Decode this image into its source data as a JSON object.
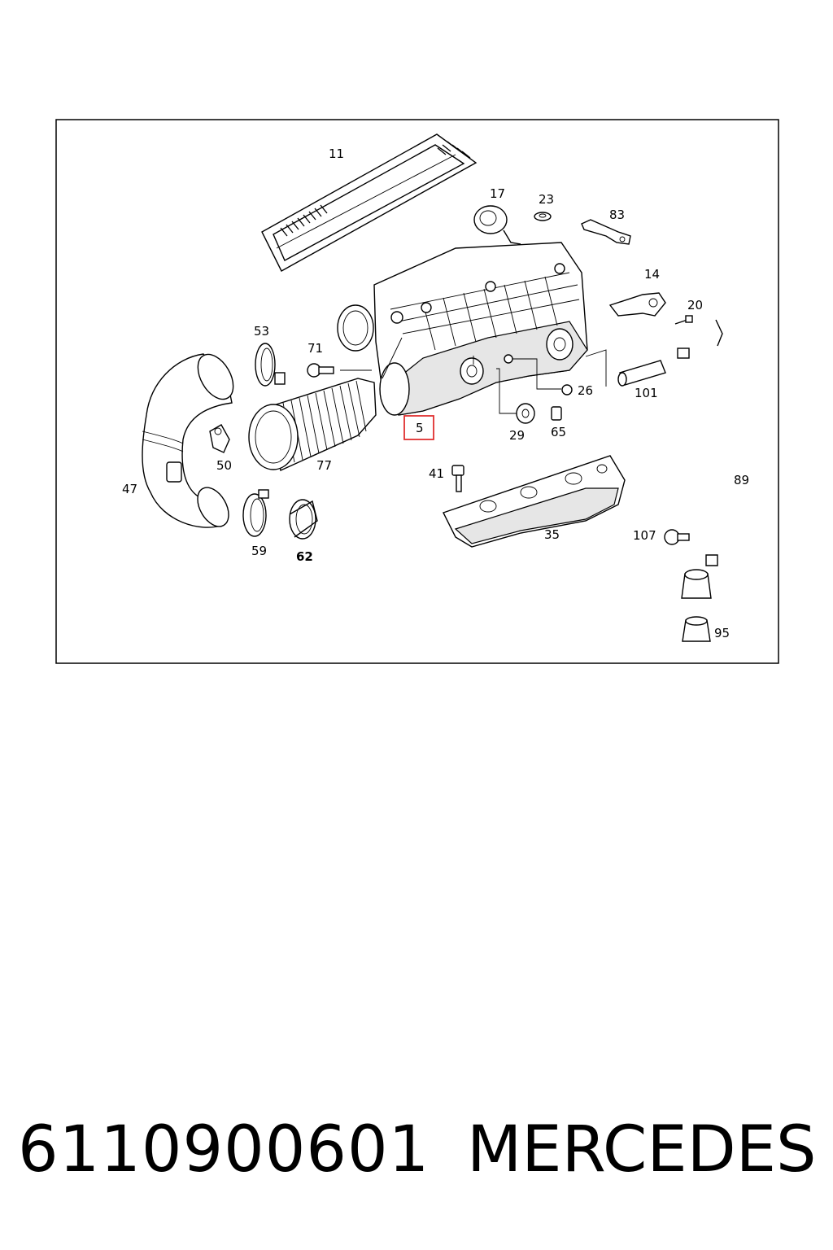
{
  "diagram": {
    "callouts": [
      {
        "id": "11",
        "text": "11"
      },
      {
        "id": "17",
        "text": "17"
      },
      {
        "id": "23",
        "text": "23"
      },
      {
        "id": "83",
        "text": "83"
      },
      {
        "id": "14",
        "text": "14"
      },
      {
        "id": "20",
        "text": "20"
      },
      {
        "id": "53",
        "text": "53"
      },
      {
        "id": "71",
        "text": "71"
      },
      {
        "id": "26",
        "text": "26"
      },
      {
        "id": "101",
        "text": "101"
      },
      {
        "id": "5",
        "text": "5",
        "highlighted": true
      },
      {
        "id": "29",
        "text": "29"
      },
      {
        "id": "65",
        "text": "65"
      },
      {
        "id": "50",
        "text": "50"
      },
      {
        "id": "77",
        "text": "77"
      },
      {
        "id": "47",
        "text": "47"
      },
      {
        "id": "41",
        "text": "41"
      },
      {
        "id": "89",
        "text": "89"
      },
      {
        "id": "35",
        "text": "35"
      },
      {
        "id": "107",
        "text": "107"
      },
      {
        "id": "59",
        "text": "59"
      },
      {
        "id": "62",
        "text": "62"
      },
      {
        "id": "95",
        "text": "95"
      }
    ],
    "highlight_color": "#e03030"
  },
  "footer": {
    "part_number": "6110900601",
    "brand": "MERCEDES"
  }
}
